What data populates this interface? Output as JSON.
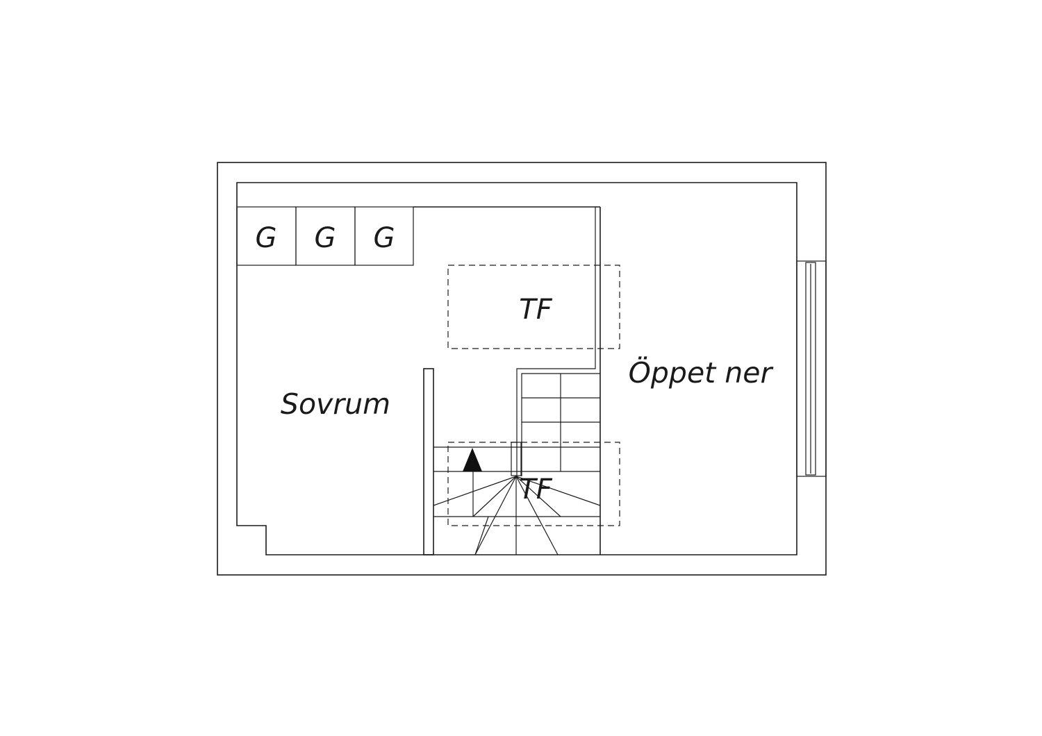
{
  "labels": {
    "wardrobe": [
      "G",
      "G",
      "G"
    ],
    "ceiling_upper": "TF",
    "ceiling_lower": "TF",
    "bedroom": "Sovrum",
    "open_below": "Öppet ner"
  }
}
